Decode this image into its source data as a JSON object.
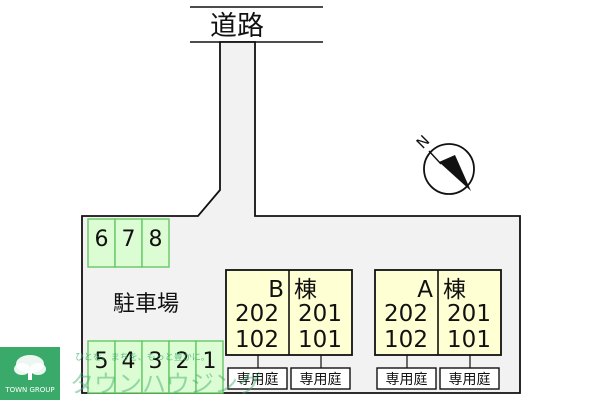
{
  "road": {
    "label": "道路"
  },
  "compass": {
    "north_label": "N"
  },
  "parking": {
    "label": "駐車場",
    "upper_spaces": [
      "6",
      "7",
      "8"
    ],
    "lower_spaces": [
      "5",
      "4",
      "3",
      "2",
      "1"
    ]
  },
  "buildings": [
    {
      "letter": "B",
      "suffix": "棟",
      "units": [
        {
          "upper": "202",
          "lower": "102",
          "garden": "専用庭"
        },
        {
          "upper": "201",
          "lower": "101",
          "garden": "専用庭"
        }
      ]
    },
    {
      "letter": "A",
      "suffix": "棟",
      "units": [
        {
          "upper": "202",
          "lower": "102",
          "garden": "専用庭"
        },
        {
          "upper": "201",
          "lower": "101",
          "garden": "専用庭"
        }
      ]
    }
  ],
  "watermark": {
    "tagline": "ひとを、まちを、もっと豊かに。",
    "company": "TOWN GROUP",
    "logo_text": "タウンハウジング"
  },
  "colors": {
    "lot": "#f2f2f2",
    "building": "#ffffd4",
    "parking_space": "#dcfcd4",
    "parking_border": "#64c864",
    "logo": "#3aaa6a",
    "line": "#111111"
  }
}
